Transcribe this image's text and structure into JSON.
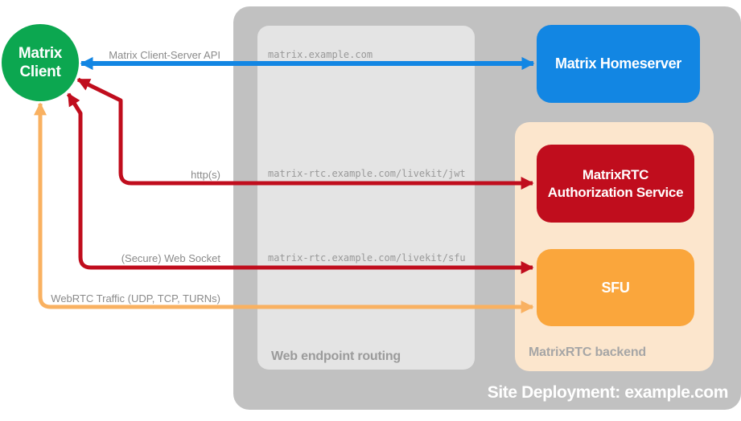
{
  "title": "MatrixRTC site deployment diagram",
  "colors": {
    "client_green": "#0ca750",
    "homeserver_blue": "#1286e3",
    "auth_red": "#c00d1d",
    "sfu_orange": "#faa63c",
    "webrtc_arrow_orange": "#f9b161",
    "site_container_gray": "#c1c1c1",
    "routing_box_gray": "#e4e4e4",
    "backend_box_peach": "#fce6cd",
    "arrow_label_gray": "#8a8a8a",
    "url_gray": "#999999"
  },
  "nodes": {
    "client": {
      "label": "Matrix Client"
    },
    "homeserver": {
      "label": "Matrix Homeserver"
    },
    "auth_service": {
      "label": "MatrixRTC Authorization Service"
    },
    "sfu": {
      "label": "SFU"
    }
  },
  "containers": {
    "site": {
      "label": "Site Deployment: example.com"
    },
    "routing": {
      "label": "Web endpoint routing"
    },
    "backend": {
      "label": "MatrixRTC backend"
    }
  },
  "arrows": {
    "cs_api": {
      "label": "Matrix Client-Server API",
      "from": "Matrix Client",
      "to": "Matrix Homeserver"
    },
    "https": {
      "label": "http(s)",
      "from": "Matrix Client",
      "to": "MatrixRTC Authorization Service"
    },
    "websocket": {
      "label": "(Secure) Web Socket",
      "from": "Matrix Client",
      "to": "SFU"
    },
    "webrtc": {
      "label": "WebRTC Traffic (UDP, TCP, TURNs)",
      "from": "Matrix Client",
      "to": "SFU"
    }
  },
  "endpoints": {
    "homeserver": "matrix.example.com",
    "jwt": "matrix-rtc.example.com/livekit/jwt",
    "sfu": "matrix-rtc.example.com/livekit/sfu"
  }
}
